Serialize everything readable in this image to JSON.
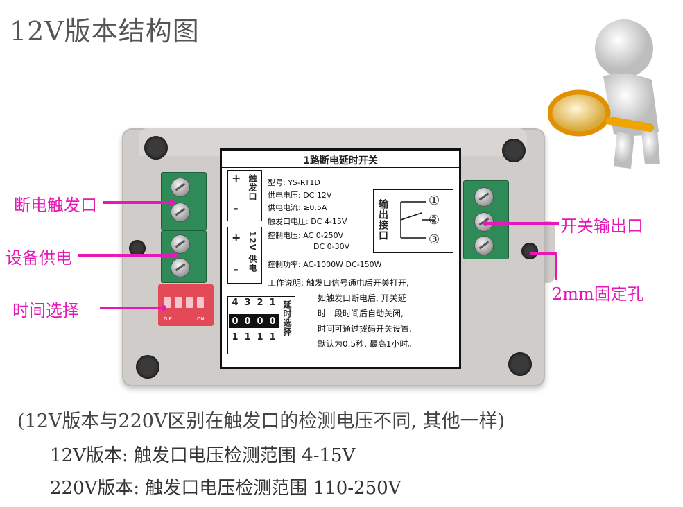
{
  "title": "12V版本结构图",
  "label": {
    "heading": "1路断电延时开关",
    "trigger_port": "触发口",
    "power_12v": "12V 供电",
    "plus": "+",
    "minus": "-",
    "model": "型号: YS-RT1D",
    "supply_voltage": "供电电压: DC 12V",
    "supply_current": "供电电流: ≥0.5A",
    "trigger_voltage": "触发口电压: DC 4-15V",
    "control_voltage_ac": "控制电压: AC 0-250V",
    "control_voltage_dc": "DC 0-30V",
    "control_power": "控制功率: AC-1000W  DC-150W",
    "desc1": "工作说明: 触发口信号通电后开关打开,",
    "desc2": "如触发口断电后, 开关延",
    "desc3": "时一段时间后自动关闭,",
    "desc4": "时间可通过拨码开关设置,",
    "desc5": "默认为0.5秒, 最高1小时。",
    "output_label": "输出接口",
    "delay_select": "延时选择",
    "switch_numbers": [
      "4",
      "3",
      "2",
      "1"
    ],
    "switch_row1": [
      "0",
      "0",
      "0",
      "0"
    ],
    "switch_row2": [
      "1",
      "1",
      "1",
      "1"
    ],
    "relay_pins": [
      "①",
      "②",
      "③"
    ]
  },
  "callouts": {
    "power_off_trigger": "断电触发口",
    "device_power": "设备供电",
    "time_select": "时间选择",
    "switch_output": "开关输出口",
    "mount_hole": "2mm固定孔"
  },
  "dip_labels": {
    "on": "ON",
    "dip": "DIP"
  },
  "notes": {
    "line1": "(12V版本与220V区别在触发口的检测电压不同, 其他一样)",
    "line2": "12V版本: 触发口电压检测范围 4-15V",
    "line3": "220V版本: 触发口电压检测范围 110-250V"
  },
  "colors": {
    "callout": "#e619b6",
    "terminal": "#2e8b57",
    "dip": "#e34a57",
    "magnifier": "#f0a400"
  }
}
